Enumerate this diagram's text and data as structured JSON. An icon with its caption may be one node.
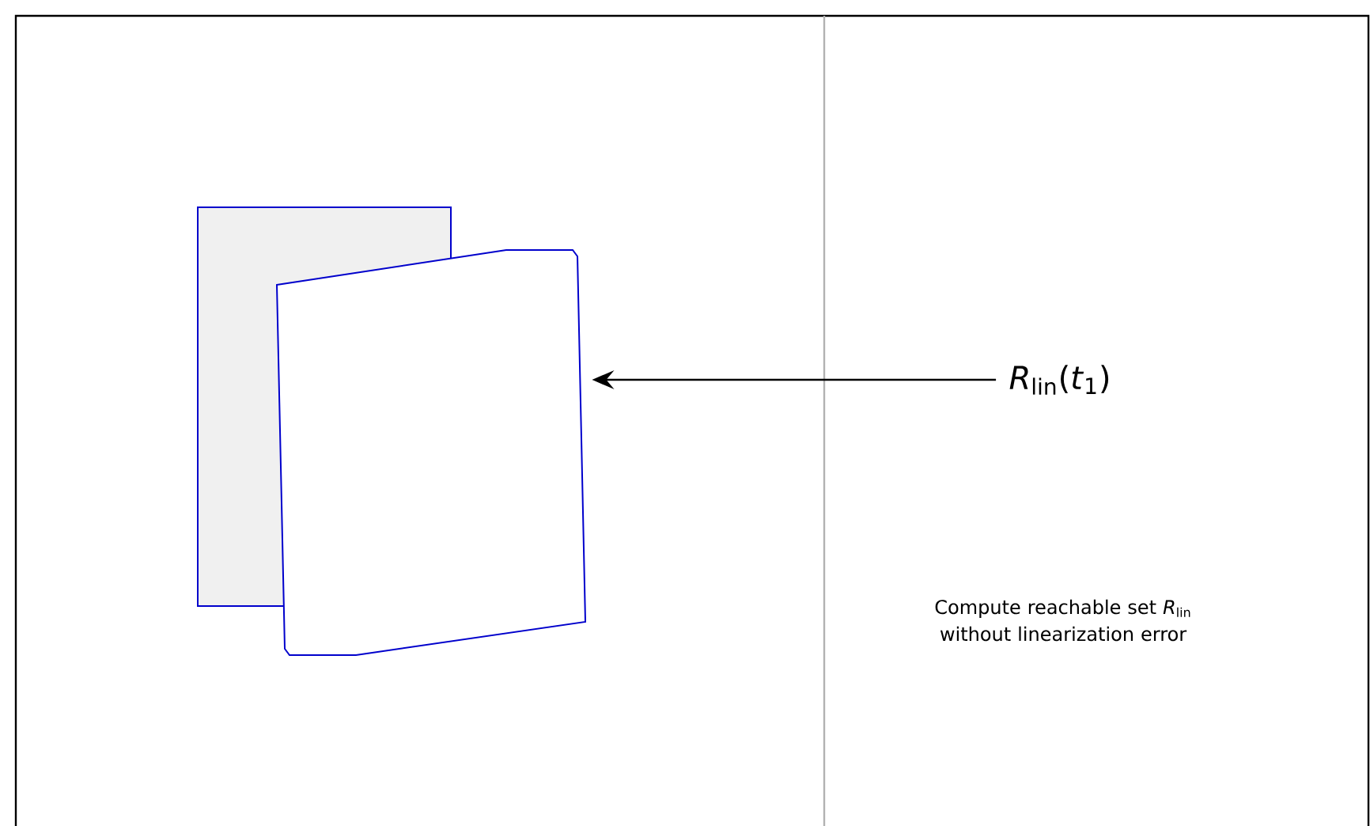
{
  "diagram": {
    "nodes": [
      {
        "text": [],
        "shape": "box"
      },
      {
        "text": [],
        "shape": "box"
      },
      {
        "text": [
          "*R*$_{lin}$(*t*$_{1}$)"
        ]
      }
    ],
    "edges": [
      {
        "from": 2,
        "to": 1,
        "arrow": "to"
      }
    ],
    "labels": [
      "Compute reachable set *R*$_{lin}$ without linearization error"
    ]
  }
}
